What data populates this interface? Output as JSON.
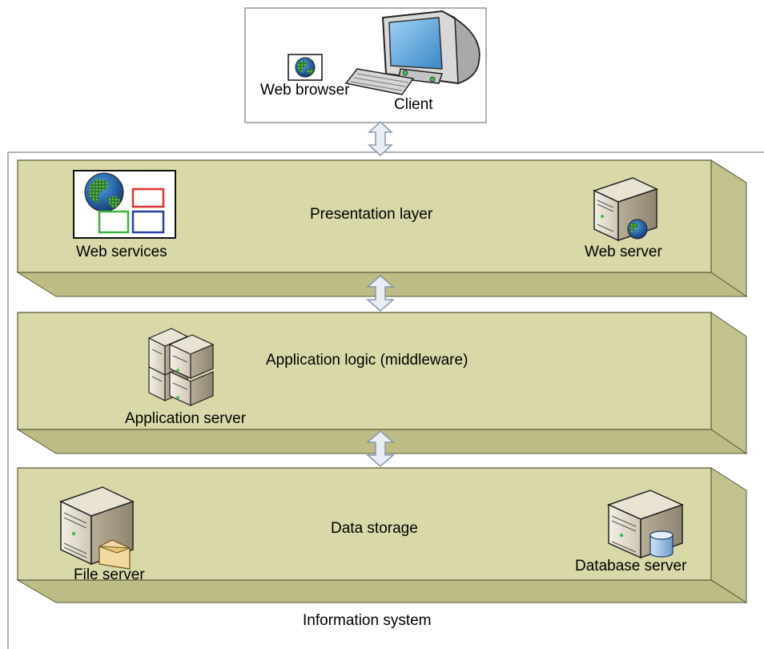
{
  "client": {
    "browser_label": "Web browser",
    "client_label": "Client",
    "browser_icon": "globe-window-icon",
    "client_icon": "desktop-computer-icon"
  },
  "layers": [
    {
      "title": "Presentation layer",
      "left_label": "Web services",
      "left_icon": "web-services-window-icon",
      "right_label": "Web server",
      "right_icon": "web-server-icon"
    },
    {
      "title": "Application logic (middleware)",
      "left_label": "Application server",
      "left_icon": "server-cluster-icon"
    },
    {
      "title": "Data storage",
      "left_label": "File server",
      "left_icon": "file-server-icon",
      "right_label": "Database server",
      "right_icon": "database-server-icon"
    }
  ],
  "system_label": "Information system",
  "colors": {
    "layer_face": "#d8d8a8",
    "layer_top": "#b5b57f",
    "layer_side": "#c2c28c",
    "layer_bottom": "#bcbc84",
    "arrow_fill": "#e8eef4",
    "arrow_stroke": "#8a96a8"
  }
}
